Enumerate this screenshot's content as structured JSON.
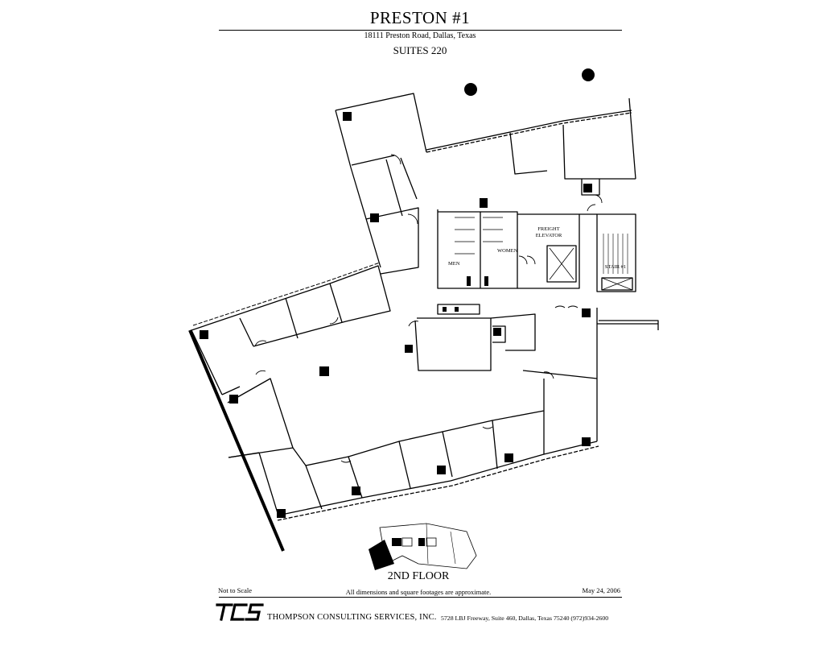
{
  "header": {
    "title": "PRESTON #1",
    "address": "18111 Preston Road, Dallas, Texas",
    "suite": "SUITES 220"
  },
  "plan": {
    "labels": {
      "men": "MEN",
      "women": "WOMEN",
      "freight_line1": "FREIGHT",
      "freight_line2": "ELEVATOR",
      "stair": "STAIR #1"
    },
    "floor_label": "2ND FLOOR"
  },
  "footer": {
    "scale_note": "Not to Scale",
    "disclaimer": "All dimensions and square footages are approximate.",
    "date": "May 24, 2006",
    "logo_text": "TCS",
    "company": "THOMPSON CONSULTING SERVICES, INC.",
    "company_address": "5728 LBJ Freeway, Suite 460, Dallas, Texas 75240  (972)934-2600"
  }
}
